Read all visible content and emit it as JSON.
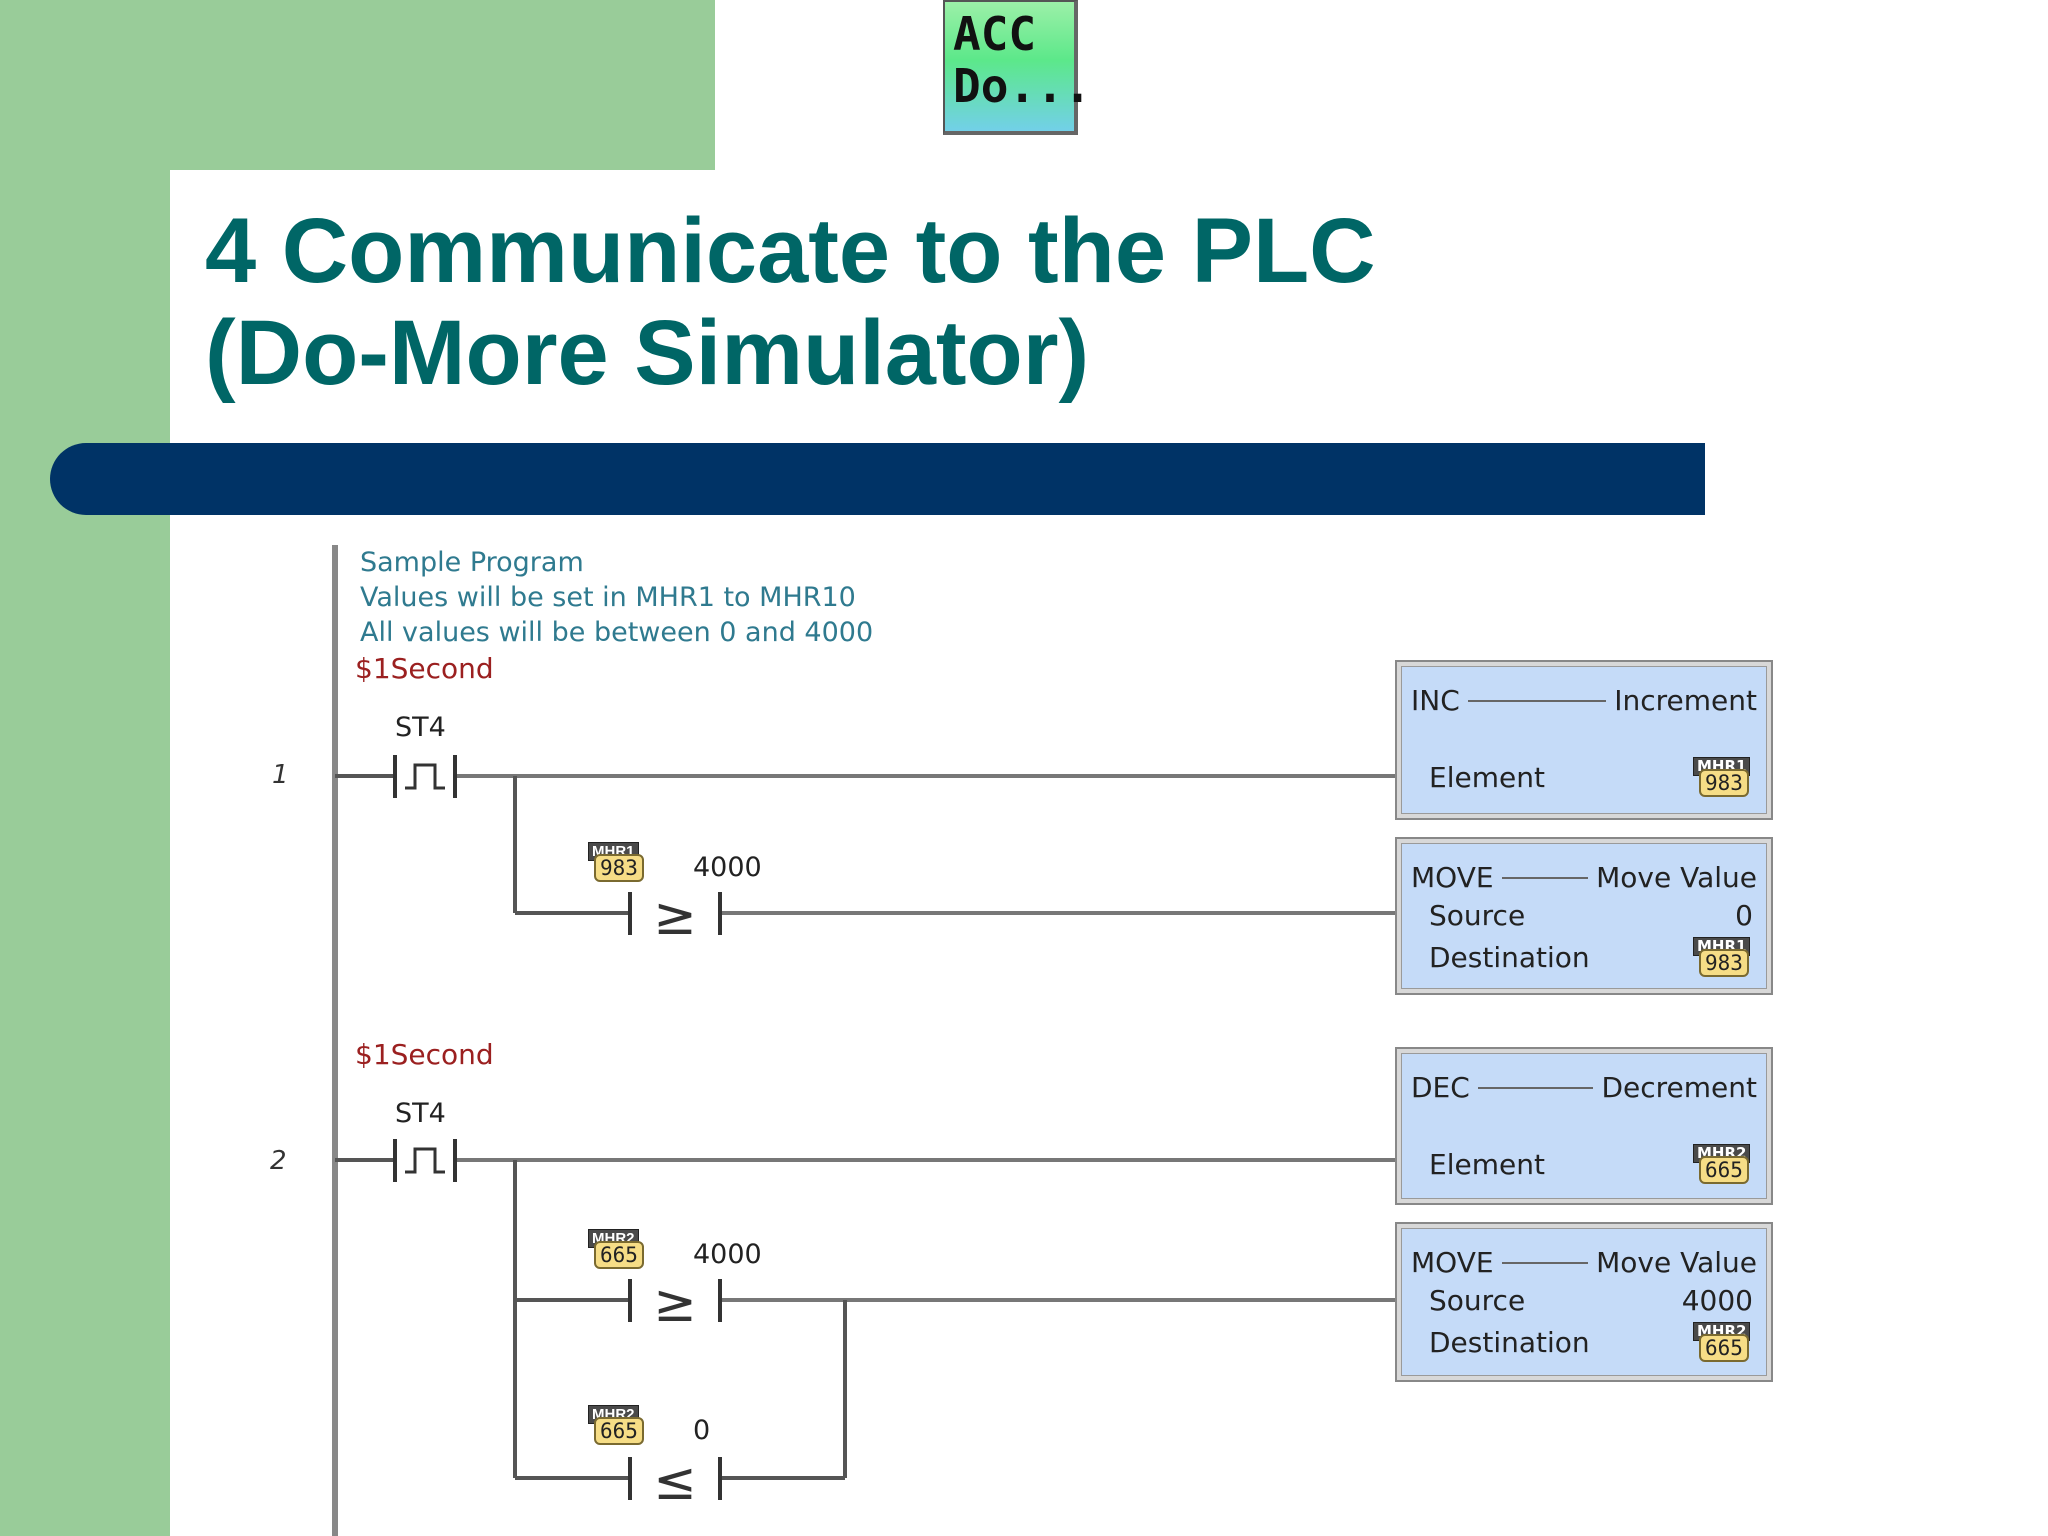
{
  "logo": {
    "line1": "ACC",
    "line2": "Do..."
  },
  "title": {
    "line1": "4 Communicate to the PLC",
    "line2": "(Do-More Simulator)"
  },
  "comments": [
    "Sample Program",
    "Values will be set in MHR1 to MHR10",
    "All values will be between 0 and 4000"
  ],
  "rung1": {
    "number": "1",
    "trigger": "$1Second",
    "contact": "ST4",
    "compare": {
      "tag": "MHR1",
      "value": "983",
      "constant": "4000",
      "op": "≥"
    },
    "inc": {
      "name": "INC",
      "desc": "Increment",
      "element_label": "Element",
      "tag": "MHR1",
      "value": "983"
    },
    "move": {
      "name": "MOVE",
      "desc": "Move Value",
      "source_label": "Source",
      "source": "0",
      "dest_label": "Destination",
      "tag": "MHR1",
      "value": "983"
    }
  },
  "rung2": {
    "number": "2",
    "trigger": "$1Second",
    "contact": "ST4",
    "compare_ge": {
      "tag": "MHR2",
      "value": "665",
      "constant": "4000",
      "op": "≥"
    },
    "compare_le": {
      "tag": "MHR2",
      "value": "665",
      "constant": "0",
      "op": "≤"
    },
    "dec": {
      "name": "DEC",
      "desc": "Decrement",
      "element_label": "Element",
      "tag": "MHR2",
      "value": "665"
    },
    "move": {
      "name": "MOVE",
      "desc": "Move Value",
      "source_label": "Source",
      "source": "4000",
      "dest_label": "Destination",
      "tag": "MHR2",
      "value": "665"
    }
  }
}
